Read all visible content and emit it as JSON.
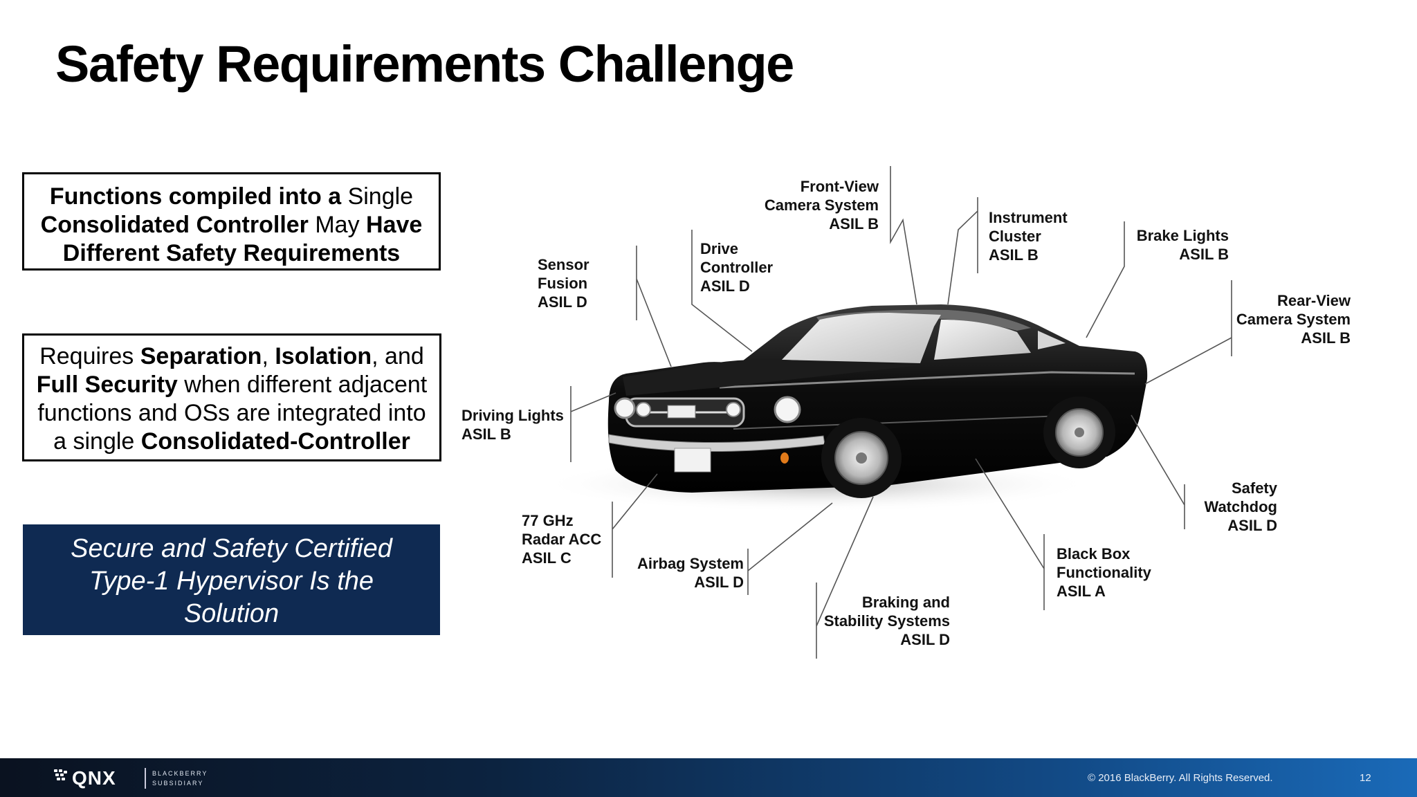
{
  "title": "Safety Requirements Challenge",
  "box1": {
    "part1": "Functions compiled into a ",
    "part2": "Single",
    "part3": "Consolidated Controller",
    "part4": " May ",
    "part5": "Have",
    "part6": "Different Safety Requirements"
  },
  "box2": {
    "p1": "Requires ",
    "p2": "Separation",
    "p3": ", ",
    "p4": "Isolation",
    "p5": ", and",
    "p6": "Full Security",
    "p7": " when different adjacent",
    "p8": "functions and OSs are integrated into",
    "p9": "a single ",
    "p10": "Consolidated-Controller"
  },
  "solution": {
    "line1": "Secure and Safety Certified",
    "line2": "Type-1 Hypervisor Is the",
    "line3": "Solution"
  },
  "callouts": {
    "front_view_camera": {
      "line1": "Front-View",
      "line2": "Camera System",
      "line3": "ASIL B"
    },
    "instrument_cluster": {
      "line1": "Instrument",
      "line2": "Cluster",
      "line3": "ASIL B"
    },
    "brake_lights": {
      "line1": "Brake  Lights",
      "line2": "ASIL B"
    },
    "drive_controller": {
      "line1": "Drive",
      "line2": "Controller",
      "line3": "ASIL D"
    },
    "sensor_fusion": {
      "line1": "Sensor",
      "line2": "Fusion",
      "line3": "ASIL D"
    },
    "rear_view_camera": {
      "line1": "Rear-View",
      "line2": "Camera System",
      "line3": "ASIL B"
    },
    "driving_lights": {
      "line1": "Driving Lights",
      "line2": "ASIL B"
    },
    "radar_acc": {
      "line1": "77 GHz",
      "line2": "Radar ACC",
      "line3": "ASIL C"
    },
    "airbag_system": {
      "line1": "Airbag System",
      "line2": "ASIL D"
    },
    "braking_stability": {
      "line1": "Braking and",
      "line2": "Stability Systems",
      "line3": "ASIL D"
    },
    "black_box": {
      "line1": "Black Box",
      "line2": "Functionality",
      "line3": "ASIL A"
    },
    "safety_watchdog": {
      "line1": "Safety",
      "line2": "Watchdog",
      "line3": "ASIL D"
    }
  },
  "footer": {
    "logo_text": "QNX",
    "logo_sub1": "BlackBerry",
    "logo_sub2": "Subsidiary",
    "copyright": "© 2016 BlackBerry. All Rights Reserved.",
    "page_number": "12"
  },
  "colors": {
    "solution_bg": "#0f2a52",
    "footer_dark": "#0a1220",
    "footer_light": "#1a6ab8"
  }
}
